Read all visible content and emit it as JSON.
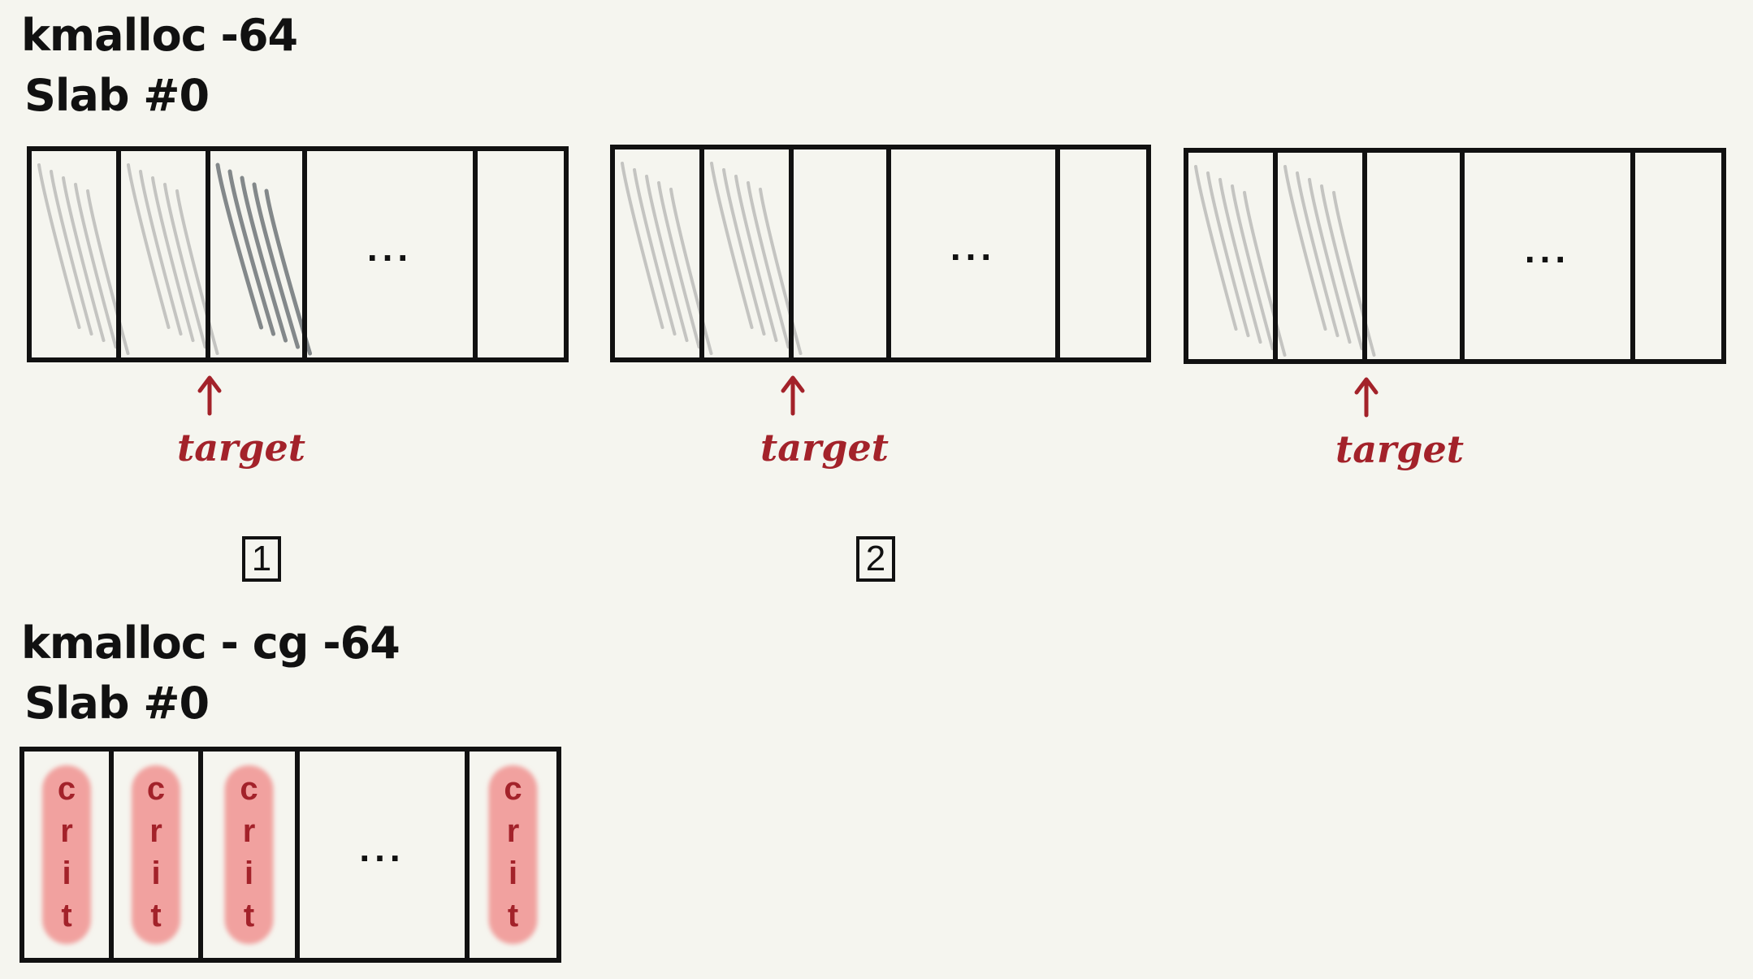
{
  "top_section": {
    "cache_name": "kmalloc -64",
    "slab_name": "Slab #0",
    "diagrams": [
      {
        "cells": [
          "filled",
          "filled",
          "filled-dark",
          "ellipsis",
          "empty"
        ],
        "ellipsis_text": "...",
        "target_label": "target",
        "step": "1"
      },
      {
        "cells": [
          "filled",
          "filled",
          "empty",
          "ellipsis",
          "empty"
        ],
        "ellipsis_text": "...",
        "target_label": "target",
        "step": "2"
      },
      {
        "cells": [
          "filled",
          "filled",
          "empty",
          "ellipsis",
          "empty"
        ],
        "ellipsis_text": "...",
        "target_label": "target",
        "step": ""
      }
    ]
  },
  "bottom_section": {
    "cache_name": "kmalloc - cg -64",
    "slab_name": "Slab #0",
    "cells": [
      "crit",
      "crit",
      "crit",
      "ellipsis",
      "crit"
    ],
    "ellipsis_text": "...",
    "object_letters": [
      "c",
      "r",
      "i",
      "t"
    ]
  },
  "colors": {
    "ink": "#111111",
    "accent_red": "#a3222a",
    "crit_fill": "#f1a19f",
    "hatch": "#9a9a9a",
    "background": "#f5f5ef"
  }
}
